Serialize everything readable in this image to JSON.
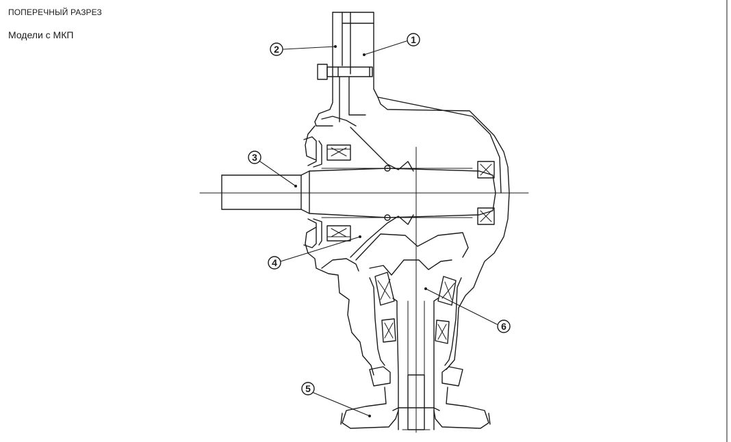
{
  "header": {
    "title": "ПОПЕРЕЧНЫЙ РАЗРЕЗ",
    "subtitle": "Модели с МКП"
  },
  "callouts": [
    {
      "id": "1",
      "label": "1"
    },
    {
      "id": "2",
      "label": "2"
    },
    {
      "id": "3",
      "label": "3"
    },
    {
      "id": "4",
      "label": "4"
    },
    {
      "id": "5",
      "label": "5"
    },
    {
      "id": "6",
      "label": "6"
    }
  ],
  "colors": {
    "line": "#1a1a1a",
    "background": "#ffffff"
  }
}
